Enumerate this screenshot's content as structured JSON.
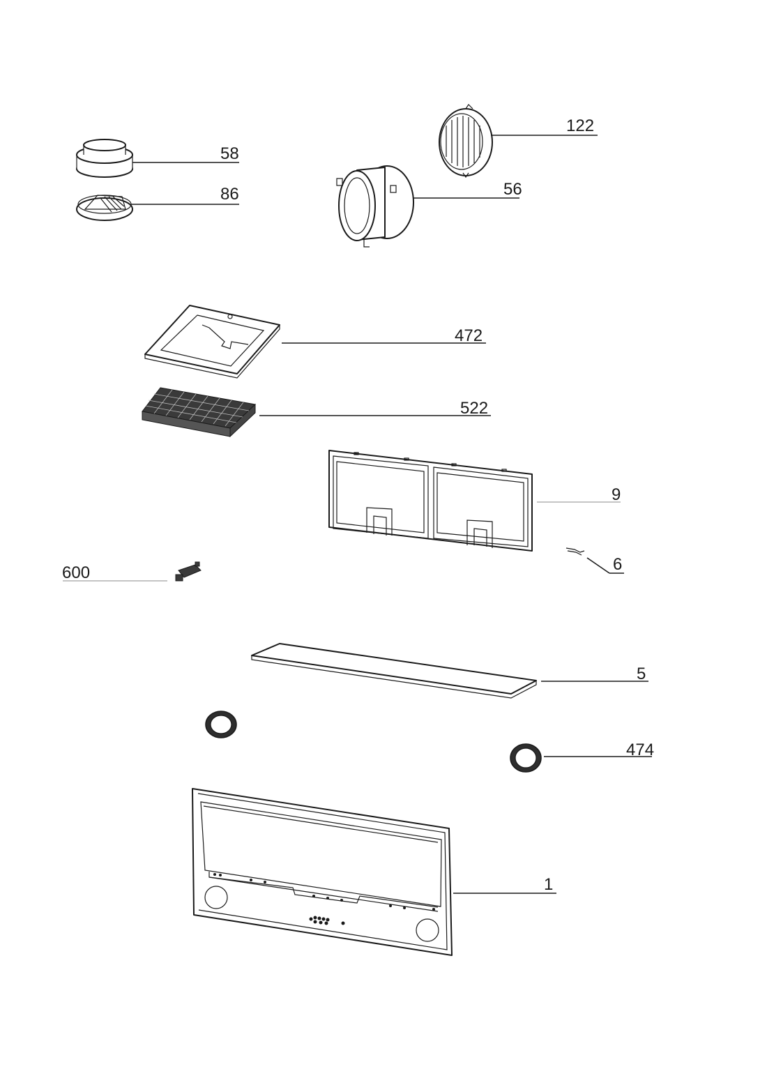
{
  "parts": [
    {
      "id": "58",
      "label": "58"
    },
    {
      "id": "86",
      "label": "86"
    },
    {
      "id": "122",
      "label": "122"
    },
    {
      "id": "56",
      "label": "56"
    },
    {
      "id": "472",
      "label": "472"
    },
    {
      "id": "522",
      "label": "522"
    },
    {
      "id": "9",
      "label": "9"
    },
    {
      "id": "6",
      "label": "6"
    },
    {
      "id": "600",
      "label": "600"
    },
    {
      "id": "5",
      "label": "5"
    },
    {
      "id": "474",
      "label": "474"
    },
    {
      "id": "1",
      "label": "1"
    }
  ]
}
